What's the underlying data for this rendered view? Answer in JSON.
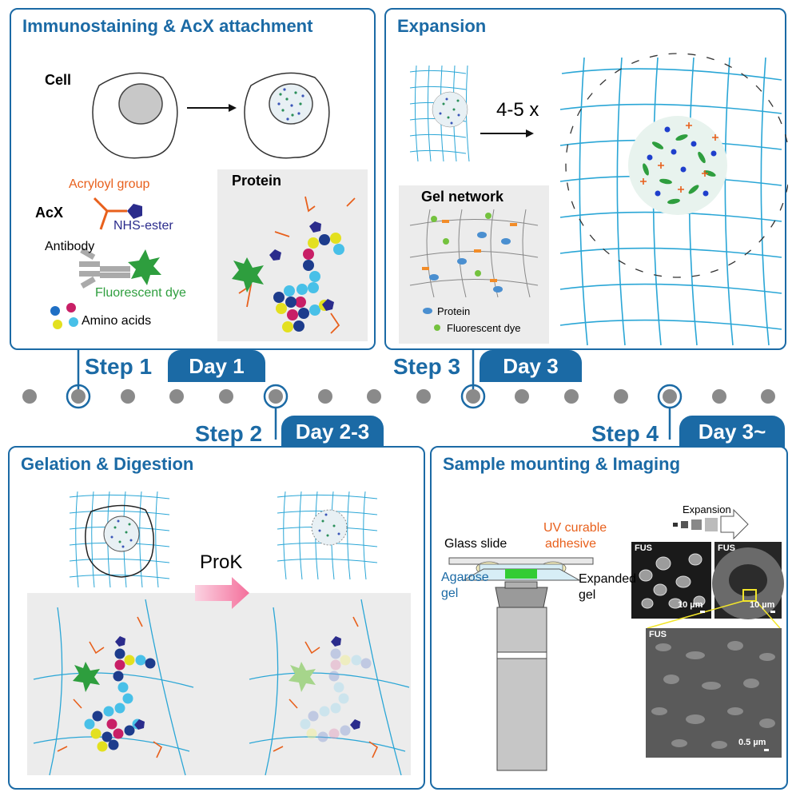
{
  "panels": {
    "p1": {
      "title": "Immunostaining & AcX attachment",
      "cell_label": "Cell",
      "acx_label": "AcX",
      "acryloyl_label": "Acryloyl group",
      "nhs_label": "NHS-ester",
      "antibody_label": "Antibody",
      "dye_label": "Fluorescent dye",
      "amino_label": "Amino acids",
      "protein_label": "Protein"
    },
    "p3": {
      "title": "Expansion",
      "factor": "4-5 x",
      "gel_network_label": "Gel network",
      "legend_protein": "Protein",
      "legend_dye": "Fluorescent dye"
    },
    "p2": {
      "title": "Gelation & Digestion",
      "prok_label": "ProK"
    },
    "p4": {
      "title": "Sample mounting & Imaging",
      "expansion_label": "Expansion",
      "glass_slide": "Glass slide",
      "uv_adhesive_1": "UV curable",
      "uv_adhesive_2": "adhesive",
      "agarose_1": "Agarose",
      "agarose_2": "gel",
      "expanded_1": "Expanded",
      "expanded_2": "gel",
      "fus_1": "FUS",
      "fus_2": "FUS",
      "fus_3": "FUS",
      "scale_1": "10 µm",
      "scale_2": "10 µm",
      "scale_3": "0.5 µm"
    }
  },
  "steps": [
    {
      "step": "Step 1",
      "day": "Day 1"
    },
    {
      "step": "Step 2",
      "day": "Day 2-3"
    },
    {
      "step": "Step 3",
      "day": "Day 3"
    },
    {
      "step": "Step 4",
      "day": "Day 3~"
    }
  ],
  "colors": {
    "accent": "#1b6aa5",
    "gel": "#2aa6d6",
    "acryloyl": "#e8601c",
    "nhs": "#2b2c8c",
    "dye": "#2e9e3e",
    "arrow_pink": "#f46f9b"
  }
}
